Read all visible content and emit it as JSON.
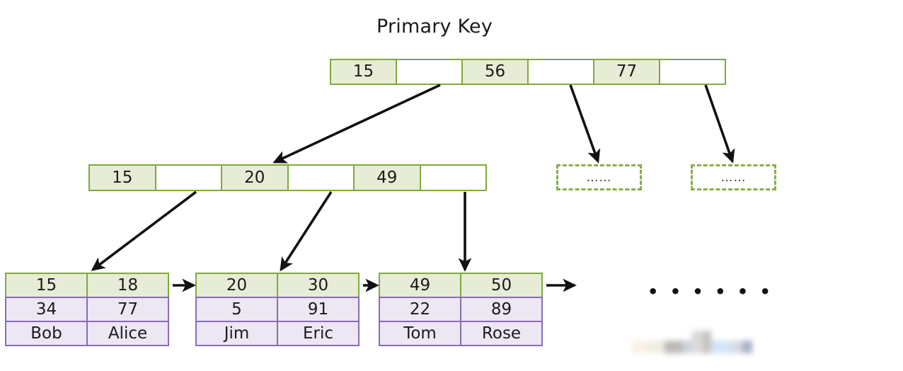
{
  "page": {
    "title": "Primary Key",
    "background_color": "#ffffff",
    "diagram_type": "b-plus-tree-index"
  },
  "colors": {
    "index_border": "#80a93e",
    "index_fill": "#e6ecd6",
    "pointer_fill": "#ffffff",
    "data_border": "#8a6cb4",
    "data_fill": "#ece7f3",
    "arrow": "#111111",
    "dashed_border": "#8aae4a",
    "text": "#1b1b1b"
  },
  "root_node": {
    "name": "root-node",
    "cells": [
      {
        "type": "key",
        "label": "15"
      },
      {
        "type": "pointer",
        "label": ""
      },
      {
        "type": "key",
        "label": "56"
      },
      {
        "type": "pointer",
        "label": ""
      },
      {
        "type": "key",
        "label": "77"
      },
      {
        "type": "pointer",
        "label": ""
      }
    ]
  },
  "internal_node": {
    "name": "internal-node",
    "cells": [
      {
        "type": "key",
        "label": "15"
      },
      {
        "type": "pointer",
        "label": ""
      },
      {
        "type": "key",
        "label": "20"
      },
      {
        "type": "pointer",
        "label": ""
      },
      {
        "type": "key",
        "label": "49"
      },
      {
        "type": "pointer",
        "label": ""
      }
    ]
  },
  "placeholder_nodes": [
    {
      "name": "dashed-box-1",
      "label": "……"
    },
    {
      "name": "dashed-box-2",
      "label": "……"
    }
  ],
  "leaf_nodes": [
    {
      "name": "leaf-node-1",
      "keys": [
        "15",
        "18"
      ],
      "values": [
        "34",
        "77"
      ],
      "names": [
        "Bob",
        "Alice"
      ]
    },
    {
      "name": "leaf-node-2",
      "keys": [
        "20",
        "30"
      ],
      "values": [
        "5",
        "91"
      ],
      "names": [
        "Jim",
        "Eric"
      ]
    },
    {
      "name": "leaf-node-3",
      "keys": [
        "49",
        "50"
      ],
      "values": [
        "22",
        "89"
      ],
      "names": [
        "Tom",
        "Rose"
      ]
    }
  ],
  "trailing_ellipsis": {
    "label": "• • • • • •"
  },
  "edges": {
    "root_to_internal": 1,
    "root_to_placeholder": 2,
    "internal_to_leaf": 3,
    "leaf_sibling_links": 3
  }
}
